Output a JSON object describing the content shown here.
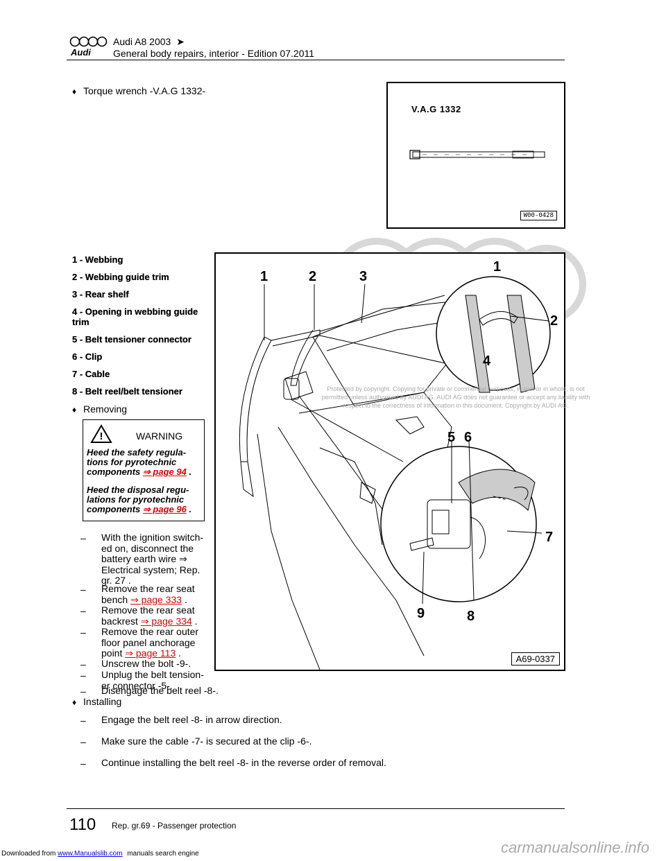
{
  "header": {
    "model": "Audi A8 2003",
    "arrow": "➤",
    "subtitle": "General body repairs, interior - Edition 07.2011",
    "logo_text": "Audi"
  },
  "top_bullet": {
    "bullet": "♦",
    "text": "Torque wrench -V.A.G 1332-"
  },
  "tool_figure": {
    "label": "V.A.G 1332",
    "code": "W00-0428"
  },
  "legend": [
    "1 - Webbing",
    "2 - Webbing guide trim",
    "3 - Rear shelf",
    "4 - Opening in webbing guide trim",
    "5 - Belt tensioner connector",
    "6 - Clip",
    "7 - Cable",
    "8 - Belt reel/belt tensioner"
  ],
  "removing": {
    "bullet": "♦",
    "text": "Removing"
  },
  "warning": {
    "title": "WARNING",
    "p1_text": "Heed the safety regula-tions for pyrotechnic components",
    "p1_link": "⇒ page 94",
    "p1_end": ".",
    "p2_text": "Heed the disposal regu-lations for pyrotechnic components",
    "p2_link": "⇒ page 96",
    "p2_end": "."
  },
  "remove_steps": [
    {
      "dash": "–",
      "text": "With the ignition switch-ed on, disconnect the battery earth wire ⇒ Electrical system; Rep. gr. 27 ."
    },
    {
      "dash": "–",
      "text": "Remove the rear seat bench",
      "link": "⇒ page 333",
      "end": "."
    },
    {
      "dash": "–",
      "text": "Remove the rear seat backrest",
      "link": "⇒ page 334",
      "end": "."
    },
    {
      "dash": "–",
      "text": "Remove the rear outer floor panel anchorage point",
      "link": "⇒ page 113",
      "end": "."
    },
    {
      "dash": "–",
      "text": "Unscrew the bolt -9-."
    },
    {
      "dash": "–",
      "text": "Unplug the belt tension-er connector -5-."
    },
    {
      "dash": "–",
      "text": "Disengage the belt reel -8-."
    }
  ],
  "installing": {
    "bullet": "♦",
    "text": "Installing"
  },
  "install_steps": [
    {
      "dash": "–",
      "text": "Engage the belt reel -8- in arrow direction."
    },
    {
      "dash": "–",
      "text": "Make sure the cable -7- is secured at the clip -6-."
    },
    {
      "dash": "–",
      "text": "Continue installing the belt reel -8- in the reverse order of removal."
    }
  ],
  "main_figure": {
    "code": "A69-0337",
    "labels": [
      "1",
      "2",
      "3",
      "1",
      "2",
      "4",
      "5",
      "6",
      "7",
      "9",
      "8"
    ]
  },
  "watermark": "Protected by copyright. Copying for private or commercial purposes, in part or in whole, is not permitted unless authorised by AUDI AG. AUDI AG does not guarantee or accept any liability with respect to the correctness of information in this document. Copyright by AUDI AG.",
  "footer": {
    "page_number": "110",
    "section": "Rep. gr.69 - Passenger protection",
    "downloaded_prefix": "Downloaded from",
    "downloaded_link": "www.Manualslib.com",
    "downloaded_suffix": "manuals search engine",
    "right_watermark": "carmanualsonline.info"
  }
}
